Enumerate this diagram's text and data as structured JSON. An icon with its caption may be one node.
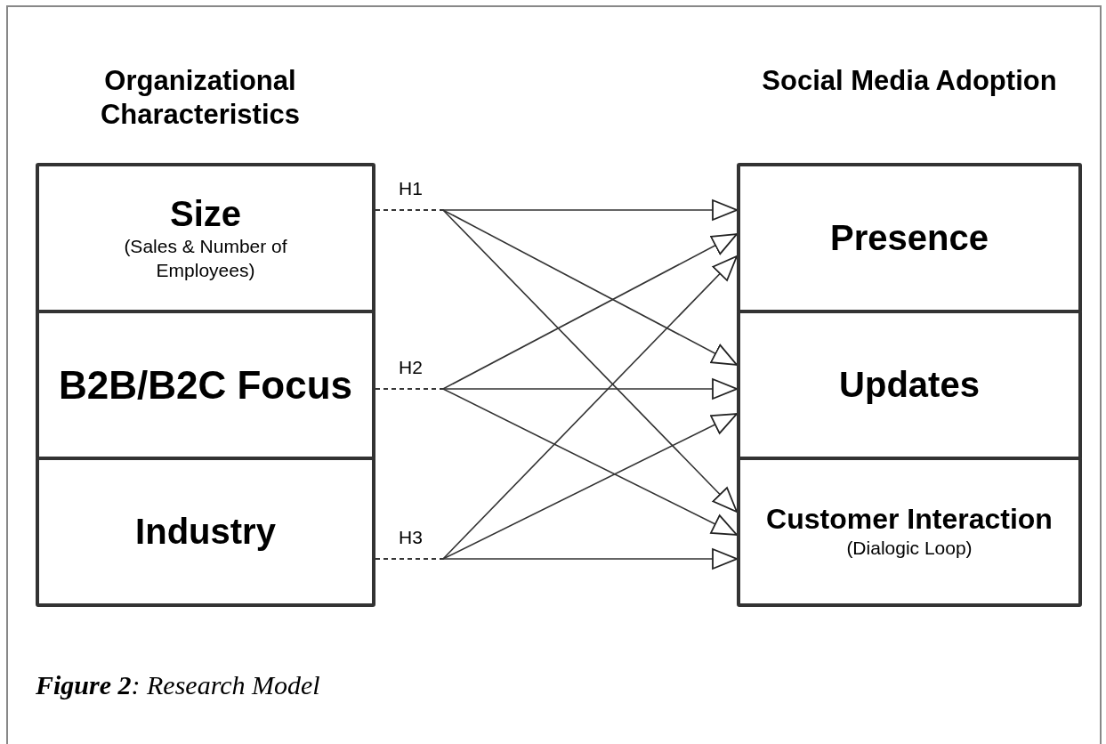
{
  "diagram": {
    "caption": "**Figure 2**: Research Model",
    "labels": [
      "Organizational Characteristics",
      "Social Media Adoption"
    ],
    "nodes": [
      {
        "text": [
          "Size",
          "(Sales & Number of Employees)"
        ]
      },
      {
        "text": [
          "B2B/B2C Focus"
        ]
      },
      {
        "text": [
          "Industry"
        ]
      },
      {
        "text": [
          "Presence"
        ]
      },
      {
        "text": [
          "Updates"
        ]
      },
      {
        "text": [
          "Customer Interaction",
          "(Dialogic Loop)"
        ]
      }
    ],
    "edges": [
      {
        "from": 0,
        "to": 3,
        "arrow": "to",
        "label": "H1"
      },
      {
        "from": 0,
        "to": 4,
        "arrow": "to"
      },
      {
        "from": 0,
        "to": 5,
        "arrow": "to"
      },
      {
        "from": 1,
        "to": 3,
        "arrow": "to",
        "label": "H2"
      },
      {
        "from": 1,
        "to": 4,
        "arrow": "to"
      },
      {
        "from": 1,
        "to": 5,
        "arrow": "to"
      },
      {
        "from": 2,
        "to": 3,
        "arrow": "to",
        "label": "H3"
      },
      {
        "from": 2,
        "to": 4,
        "arrow": "to"
      },
      {
        "from": 2,
        "to": 5,
        "arrow": "to"
      }
    ]
  }
}
